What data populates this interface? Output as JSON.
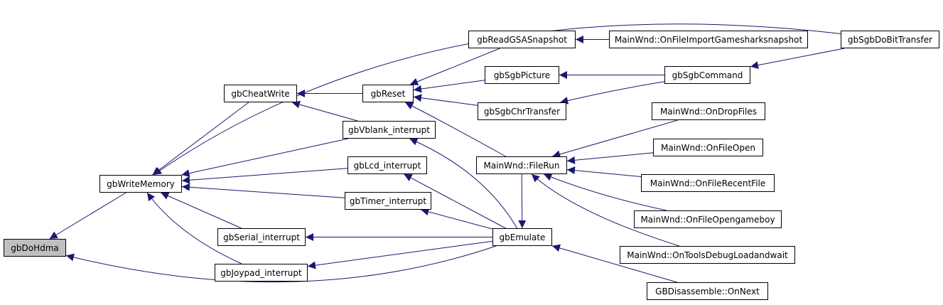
{
  "root": "gbDoHdma",
  "nodes": {
    "gbDoHdma": "gbDoHdma",
    "gbWriteMemory": "gbWriteMemory",
    "gbCheatWrite": "gbCheatWrite",
    "gbVblank_interrupt": "gbVblank_interrupt",
    "gbLcd_interrupt": "gbLcd_interrupt",
    "gbTimer_interrupt": "gbTimer_interrupt",
    "gbSerial_interrupt": "gbSerial_interrupt",
    "gbJoypad_interrupt": "gbJoypad_interrupt",
    "gbReset": "gbReset",
    "gbEmulate": "gbEmulate",
    "gbReadGSASnapshot": "gbReadGSASnapshot",
    "gbSgbPicture": "gbSgbPicture",
    "gbSgbChrTransfer": "gbSgbChrTransfer",
    "FileRun": "MainWnd::FileRun",
    "OnFileImportGamesharksnapshot": "MainWnd::OnFileImportGamesharksnapshot",
    "gbSgbCommand": "gbSgbCommand",
    "gbSgbDoBitTransfer": "gbSgbDoBitTransfer",
    "OnDropFiles": "MainWnd::OnDropFiles",
    "OnFileOpen": "MainWnd::OnFileOpen",
    "OnFileRecentFile": "MainWnd::OnFileRecentFile",
    "OnFileOpengameboy": "MainWnd::OnFileOpengameboy",
    "OnToolsDebugLoadandwait": "MainWnd::OnToolsDebugLoadandwait",
    "GBDisassembleOnNext": "GBDisassemble::OnNext"
  },
  "edges": [
    [
      "gbWriteMemory",
      "gbDoHdma"
    ],
    [
      "gbEmulate",
      "gbDoHdma"
    ],
    [
      "gbCheatWrite",
      "gbWriteMemory"
    ],
    [
      "gbVblank_interrupt",
      "gbWriteMemory"
    ],
    [
      "gbLcd_interrupt",
      "gbWriteMemory"
    ],
    [
      "gbTimer_interrupt",
      "gbWriteMemory"
    ],
    [
      "gbSerial_interrupt",
      "gbWriteMemory"
    ],
    [
      "gbJoypad_interrupt",
      "gbWriteMemory"
    ],
    [
      "gbSgbDoBitTransfer",
      "gbWriteMemory"
    ],
    [
      "gbReset",
      "gbCheatWrite"
    ],
    [
      "gbVblank_interrupt",
      "gbCheatWrite"
    ],
    [
      "gbReadGSASnapshot",
      "gbReset"
    ],
    [
      "gbSgbPicture",
      "gbReset"
    ],
    [
      "gbSgbChrTransfer",
      "gbReset"
    ],
    [
      "FileRun",
      "gbReset"
    ],
    [
      "gbEmulate",
      "gbVblank_interrupt"
    ],
    [
      "gbEmulate",
      "gbLcd_interrupt"
    ],
    [
      "gbEmulate",
      "gbTimer_interrupt"
    ],
    [
      "gbEmulate",
      "gbSerial_interrupt"
    ],
    [
      "gbEmulate",
      "gbJoypad_interrupt"
    ],
    [
      "OnFileImportGamesharksnapshot",
      "gbReadGSASnapshot"
    ],
    [
      "gbSgbCommand",
      "gbSgbPicture"
    ],
    [
      "gbSgbCommand",
      "gbSgbChrTransfer"
    ],
    [
      "gbSgbDoBitTransfer",
      "gbSgbCommand"
    ],
    [
      "OnDropFiles",
      "FileRun"
    ],
    [
      "OnFileOpen",
      "FileRun"
    ],
    [
      "OnFileRecentFile",
      "FileRun"
    ],
    [
      "OnFileOpengameboy",
      "FileRun"
    ],
    [
      "OnToolsDebugLoadandwait",
      "FileRun"
    ],
    [
      "FileRun",
      "gbEmulate"
    ],
    [
      "GBDisassembleOnNext",
      "gbEmulate"
    ]
  ]
}
